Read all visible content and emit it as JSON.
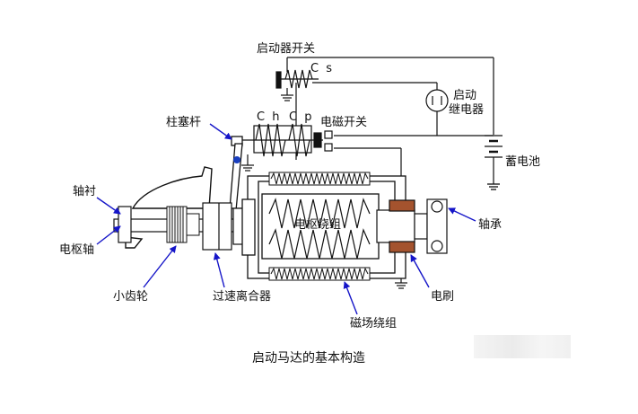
{
  "labels": {
    "starter_switch": "启动器开关",
    "cs": "C s",
    "start_relay_line1": "启动",
    "start_relay_line2": "继电器",
    "ch": "C h",
    "cp": "C p",
    "plunger_rod": "柱塞杆",
    "solenoid_switch": "电磁开关",
    "battery": "蓄电池",
    "bushing": "轴衬",
    "armature_shaft": "电枢轴",
    "armature_winding": "电枢绕组",
    "bearing": "轴承",
    "pinion": "小齿轮",
    "overrunning_clutch": "过速离合器",
    "brush": "电刷",
    "field_winding": "磁场绕组"
  },
  "caption": "启动马达的基本构造",
  "colors": {
    "line": "#111111",
    "arrow": "#1515c8",
    "brush": "#a4532e",
    "plunger_dot": "#1a3fbf"
  }
}
